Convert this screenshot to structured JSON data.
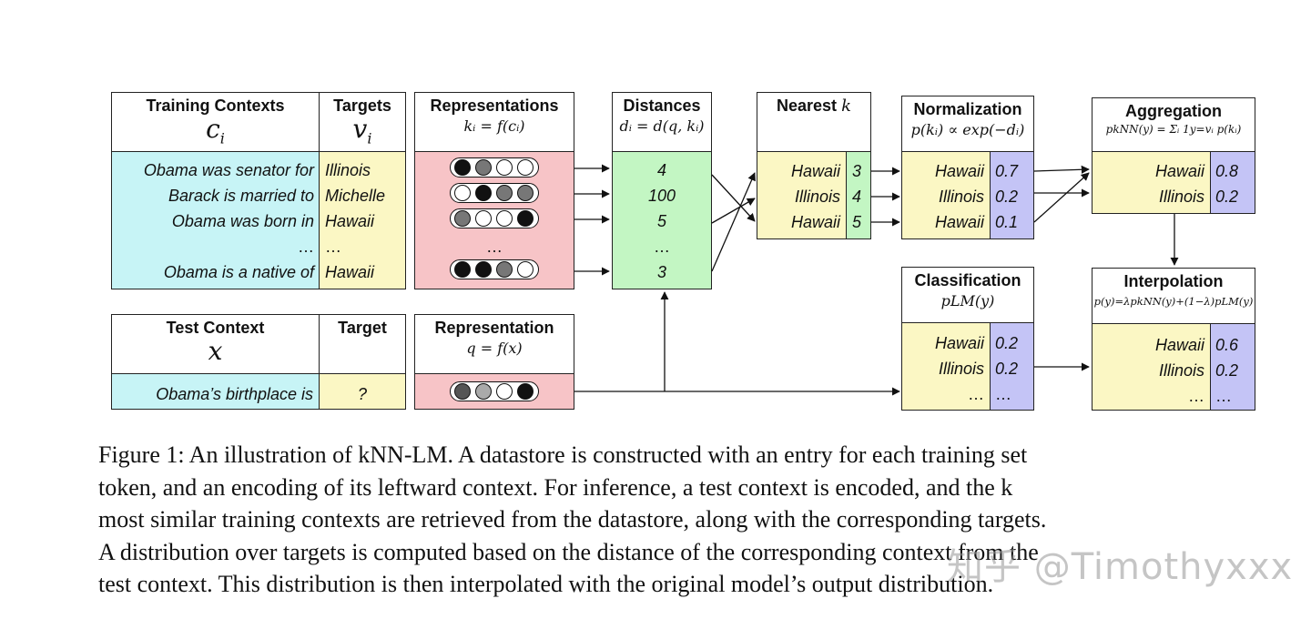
{
  "training": {
    "contexts_title": "Training Contexts",
    "contexts_math": "c",
    "contexts_math_sub": "i",
    "targets_title": "Targets",
    "targets_math": "v",
    "targets_math_sub": "i",
    "contexts": [
      "Obama was senator for",
      "Barack is married to",
      "Obama was born in",
      "…",
      "Obama is a native of"
    ],
    "targets": [
      "Illinois",
      "Michelle",
      "Hawaii",
      "…",
      "Hawaii"
    ]
  },
  "representations": {
    "title": "Representations",
    "formula": "kᵢ = f(cᵢ)",
    "pills": [
      [
        "#111111",
        "#777777",
        "#ffffff",
        "#ffffff"
      ],
      [
        "#ffffff",
        "#111111",
        "#777777",
        "#777777"
      ],
      [
        "#777777",
        "#ffffff",
        "#ffffff",
        "#111111"
      ],
      null,
      [
        "#111111",
        "#111111",
        "#777777",
        "#ffffff"
      ]
    ],
    "ellipsis": "…"
  },
  "distances": {
    "title": "Distances",
    "formula": "dᵢ = d(q, kᵢ)",
    "values": [
      "4",
      "100",
      "5",
      "…",
      "3"
    ]
  },
  "nearest": {
    "title": "Nearest",
    "title_k": "k",
    "labels": [
      "Hawaii",
      "Illinois",
      "Hawaii"
    ],
    "values": [
      "3",
      "4",
      "5"
    ]
  },
  "normalization": {
    "title": "Normalization",
    "formula": "p(kᵢ) ∝ exp(−dᵢ)",
    "labels": [
      "Hawaii",
      "Illinois",
      "Hawaii"
    ],
    "values": [
      "0.7",
      "0.2",
      "0.1"
    ]
  },
  "aggregation": {
    "title": "Aggregation",
    "formula": "pkNN(y) = Σᵢ 1y=vᵢ p(kᵢ)",
    "labels": [
      "Hawaii",
      "Illinois"
    ],
    "values": [
      "0.8",
      "0.2"
    ]
  },
  "test": {
    "context_title": "Test Context",
    "context_math": "x",
    "target_title": "Target",
    "context": "Obama’s birthplace is",
    "target": "?"
  },
  "representation": {
    "title": "Representation",
    "formula": "q = f(x)",
    "pill": [
      "#555555",
      "#aaaaaa",
      "#ffffff",
      "#111111"
    ]
  },
  "classification": {
    "title": "Classification",
    "formula": "pLM(y)",
    "labels": [
      "Hawaii",
      "Illinois",
      "…"
    ],
    "values": [
      "0.2",
      "0.2",
      "…"
    ]
  },
  "interpolation": {
    "title": "Interpolation",
    "formula": "p(y)=λpkNN(y)+(1−λ)pLM(y)",
    "labels": [
      "Hawaii",
      "Illinois",
      "…"
    ],
    "values": [
      "0.6",
      "0.2",
      "…"
    ]
  },
  "caption": {
    "lines": [
      "Figure 1: An illustration of kNN-LM. A datastore is constructed with an entry for each training set",
      "token, and an encoding of its leftward context. For inference, a test context is encoded, and the k",
      "most similar training contexts are retrieved from the datastore, along with the corresponding targets.",
      "A distribution over targets is computed based on the distance of the corresponding context from the",
      "test context. This distribution is then interpolated with the original model’s output distribution."
    ]
  },
  "watermark": "知乎 @Timothyxxx"
}
